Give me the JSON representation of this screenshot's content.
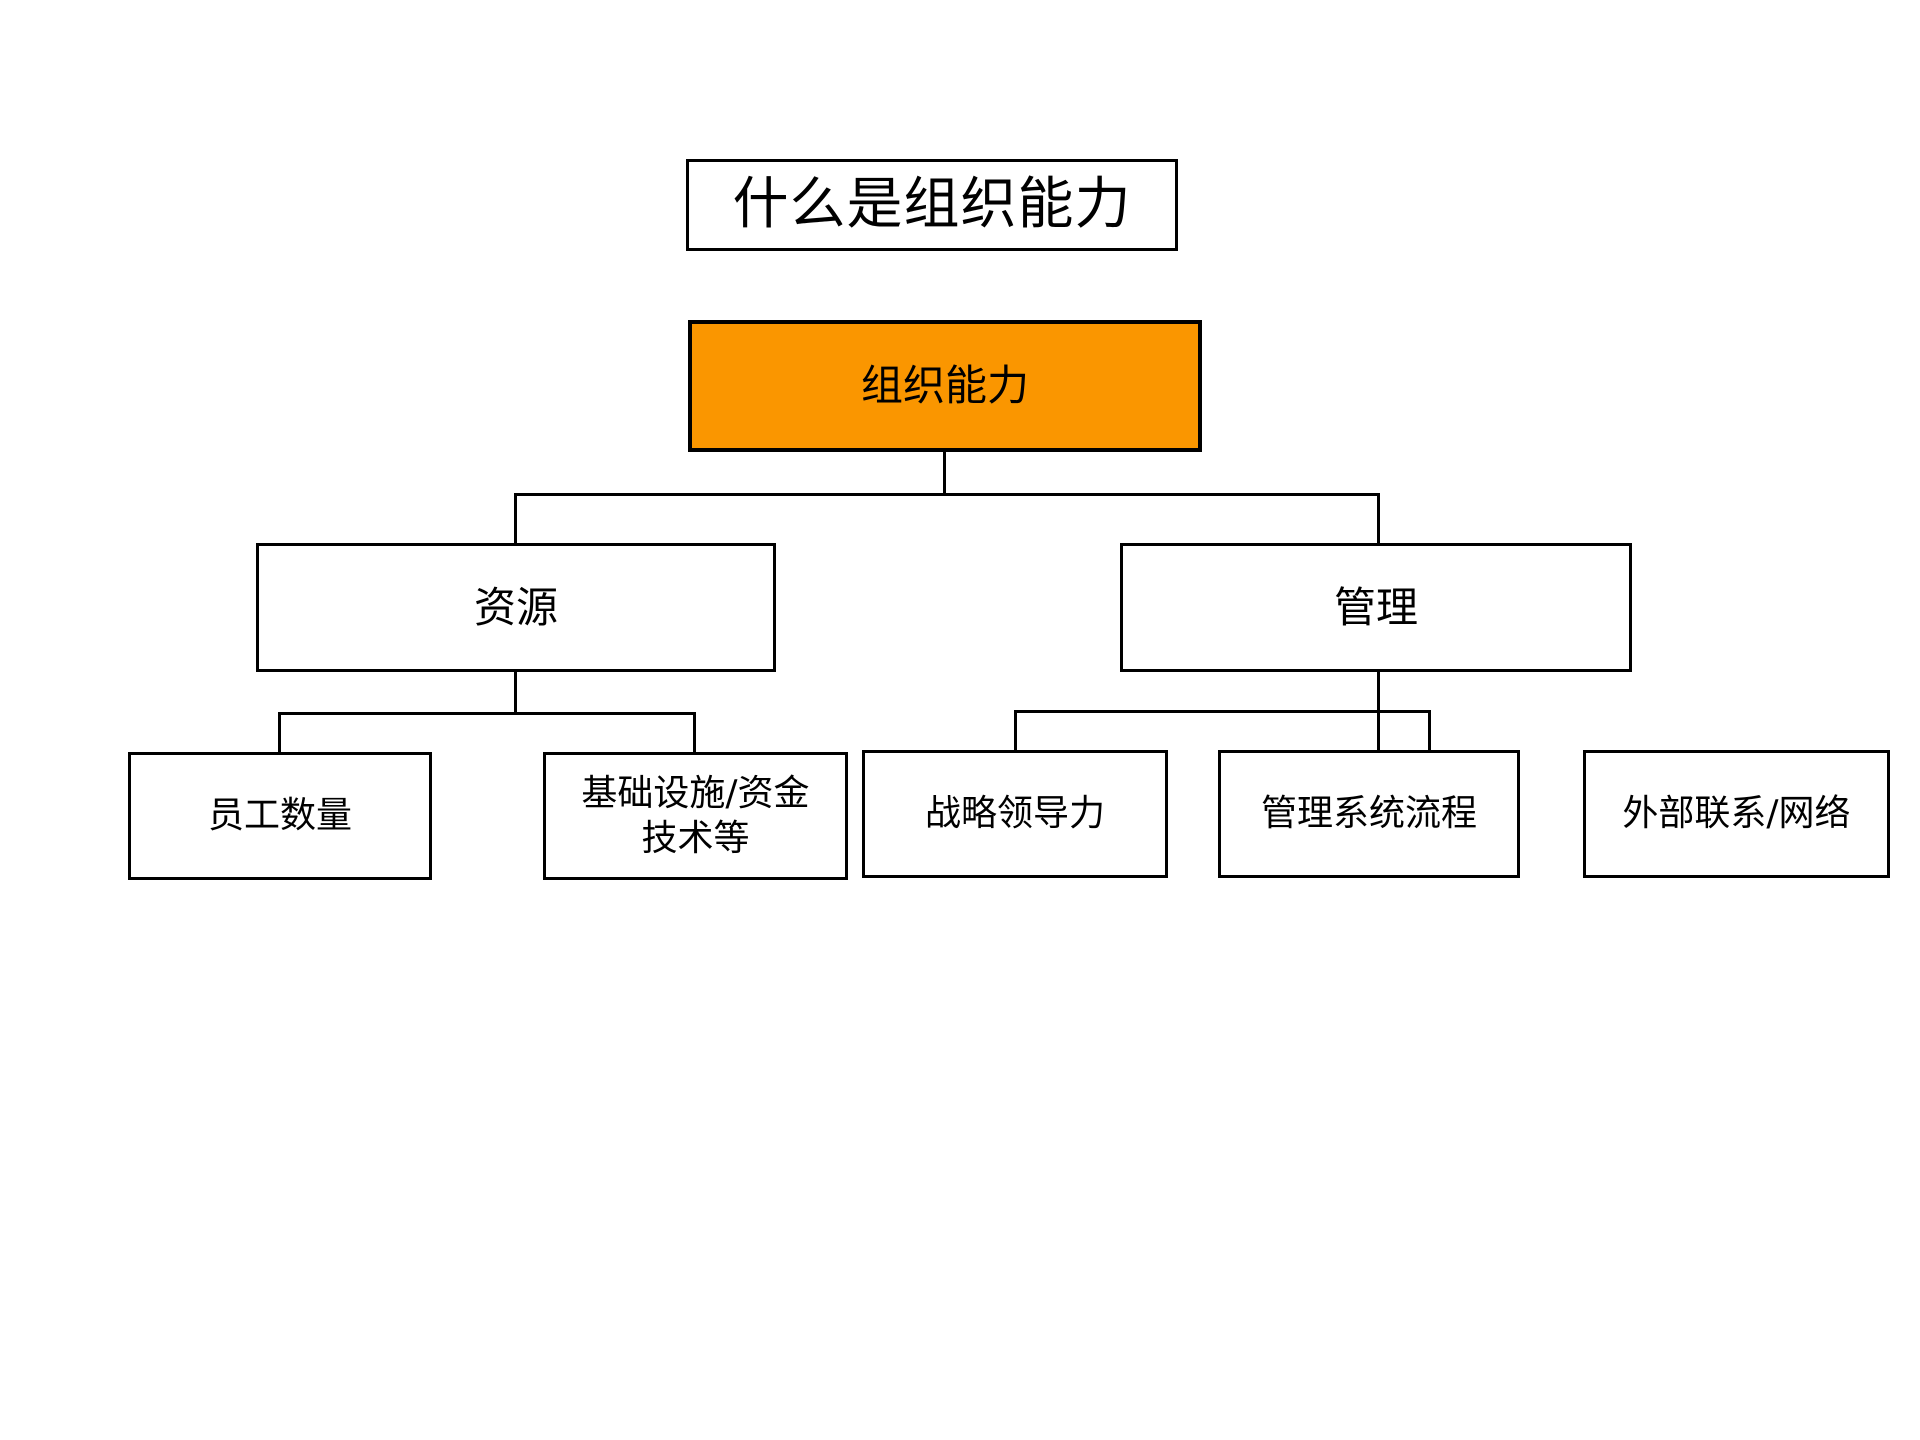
{
  "slide": {
    "title": "什么是组织能力",
    "background_color": "#FFFFFF",
    "line_color": "#000000",
    "accent_color": "#FA9600"
  },
  "diagram": {
    "type": "org-tree",
    "root": {
      "label": "组织能力",
      "fill_color": "#FA9600",
      "text_color": "#000000"
    },
    "branches": [
      {
        "label": "资源",
        "children": [
          {
            "label": "员工数量",
            "lines": [
              "员工数量"
            ]
          },
          {
            "label": "基础设施/资金技术等",
            "lines": [
              "基础设施/资金",
              "技术等"
            ]
          }
        ]
      },
      {
        "label": "管理",
        "children": [
          {
            "label": "战略领导力",
            "lines": [
              "战略领导力"
            ]
          },
          {
            "label": "管理系统流程",
            "lines": [
              "管理系统流程"
            ]
          },
          {
            "label": "外部联系/网络",
            "lines": [
              "外部联系/网络"
            ]
          }
        ]
      }
    ]
  }
}
